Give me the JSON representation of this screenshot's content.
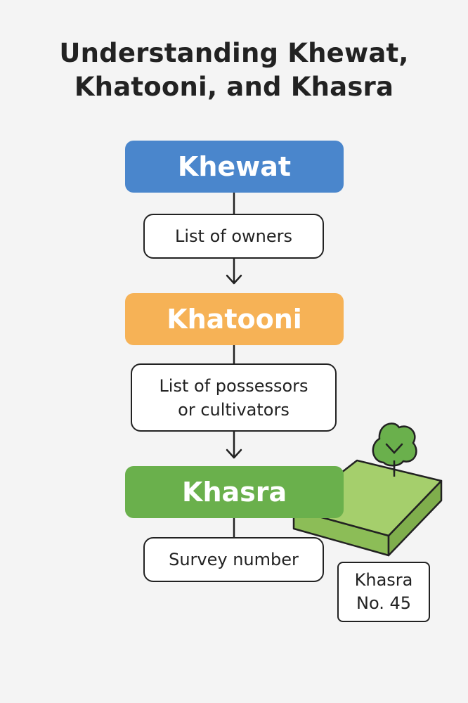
{
  "title": {
    "line1": "Understanding Khewat,",
    "line2": "Khatooni, and Khasra"
  },
  "steps": [
    {
      "heading": "Khewat",
      "description": [
        "List of owners"
      ],
      "color": "#4a86cc"
    },
    {
      "heading": "Khatooni",
      "description": [
        "List of possessors",
        "or cultivators"
      ],
      "color": "#f6b256"
    },
    {
      "heading": "Khasra",
      "description": [
        "Survey number"
      ],
      "color": "#6ab04c"
    }
  ],
  "plot": {
    "label_line1": "Khasra",
    "label_line2": "No. 45",
    "top_color": "#a5cf6c",
    "side_color": "#8cbd57",
    "tree_color": "#6ab04c"
  },
  "line_color": "#222222"
}
